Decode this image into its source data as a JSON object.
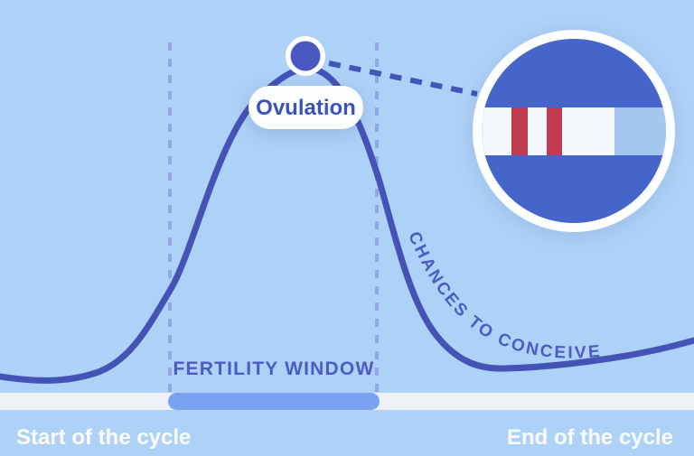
{
  "labels": {
    "ovulation": "Ovulation",
    "curve": "CHANCES TO CONCEIVE",
    "fertility_window": "FERTILITY WINDOW",
    "start": "Start of the cycle",
    "end": "End of the cycle"
  },
  "icons": {
    "ovulation_dot": "ovulation-point-dot",
    "magnifier": "pregnancy-test-magnifier-circle"
  },
  "colors": {
    "background": "#aed1f7",
    "baseline_strip": "#edf2f6",
    "curve": "#4353b6",
    "dashed_guides": "#92a6e4",
    "pointer_dashes": "#4156b8",
    "fertility_bar": "#79a3f0",
    "ovulation_dot": "#4b58c4",
    "magnifier_fill": "#4565ca",
    "test_strip_white": "#f3f7fb",
    "test_strip_blue": "#a4c7f0",
    "test_lines_red": "#c23a4e",
    "label_blue": "#3a53c0",
    "window_label_blue": "#4a5dc6",
    "curve_label_blue": "#4a5cc2",
    "footer_label_white": "#fafdff"
  },
  "diagram": {
    "type": "curve-infographic",
    "description": "Chances to conceive rise to a peak at ovulation inside the fertility window, then fall toward the end of the cycle"
  }
}
